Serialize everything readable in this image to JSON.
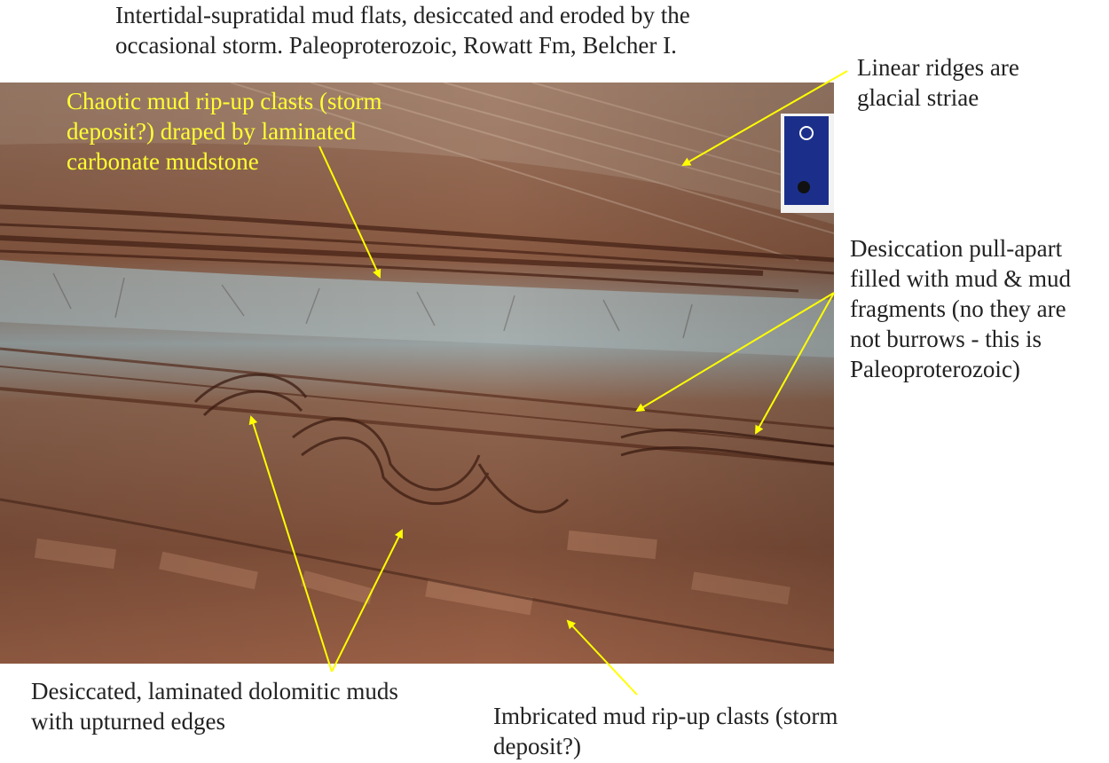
{
  "title_caption": "Intertidal-supratidal mud flats, desiccated and eroded by the\noccasional storm. Paleoproterozoic, Rowatt Fm, Belcher I.",
  "labels": {
    "chaotic_clasts": "Chaotic mud rip-up clasts (storm\ndeposit?) draped by laminated\ncarbonate mudstone",
    "linear_ridges": "Linear ridges are\nglacial striae",
    "desiccation_pullapart": "Desiccation pull-apart\nfilled with mud & mud\nfragments (no they are\nnot burrows - this is\nPaleoproterozoic)",
    "desiccated_muds": "Desiccated, laminated dolomitic muds\nwith upturned edges",
    "imbricated_clasts": "Imbricated mud rip-up clasts (storm\ndeposit?)"
  },
  "colors": {
    "arrow": "#ffff00",
    "label_on_photo": "#ffff33",
    "caption_text": "#222222"
  }
}
